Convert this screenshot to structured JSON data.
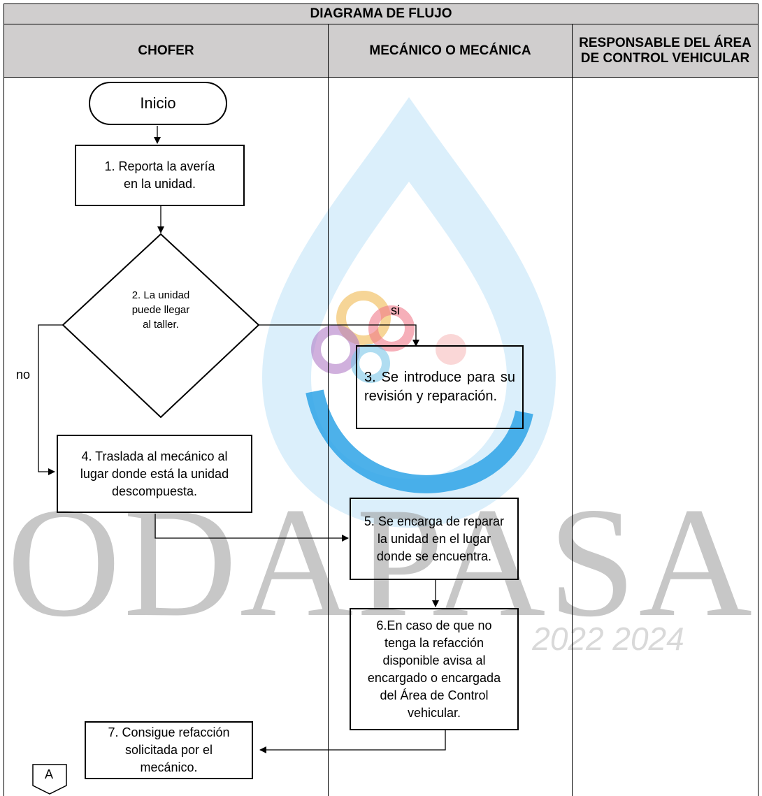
{
  "diagram": {
    "title": "DIAGRAMA DE FLUJO",
    "lanes": [
      "CHOFER",
      "MECÁNICO O MECÁNICA",
      "RESPONSABLE DEL ÁREA DE CONTROL VEHICULAR"
    ],
    "watermark": {
      "text": "ODAPASA",
      "years": "2022-2024"
    },
    "nodes": {
      "start": "Inicio",
      "step1": "1. Reporta la avería en la unidad.",
      "step2": "2. La unidad puede llegar al taller.",
      "step3": "3. Se introduce para su revisión y reparación.",
      "step4": "4. Traslada al mecánico al lugar donde está la unidad descompuesta.",
      "step5": "5. Se encarga de reparar la unidad en el lugar donde se encuentra.",
      "step6": "6.En caso de que no tenga la refacción disponible avisa al encargado o encargada del Área de Control vehicular.",
      "step7": "7. Consigue refacción solicitada por el mecánico.",
      "connector": "A"
    },
    "edge_labels": {
      "yes": "si",
      "no": "no"
    },
    "colors": {
      "header_bg": "#d0cece",
      "watermark_blue": "#2ea3e6",
      "watermark_gray": "#8c8c8c"
    }
  }
}
